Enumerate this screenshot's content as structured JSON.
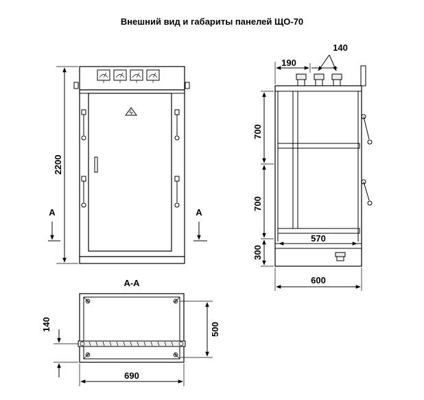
{
  "title": "Внешний вид  и габариты панелей ЩО-70",
  "front_view": {
    "height_label": "2200",
    "section_marker": "A"
  },
  "side_view": {
    "top_dim_left": "190",
    "top_dim_right": "140",
    "segment_upper": "700",
    "segment_middle": "700",
    "segment_lower": "300",
    "inner_width": "570",
    "overall_width": "600"
  },
  "section_view": {
    "label": "A-A",
    "depth": "500",
    "rail_offset": "140",
    "width": "690"
  }
}
